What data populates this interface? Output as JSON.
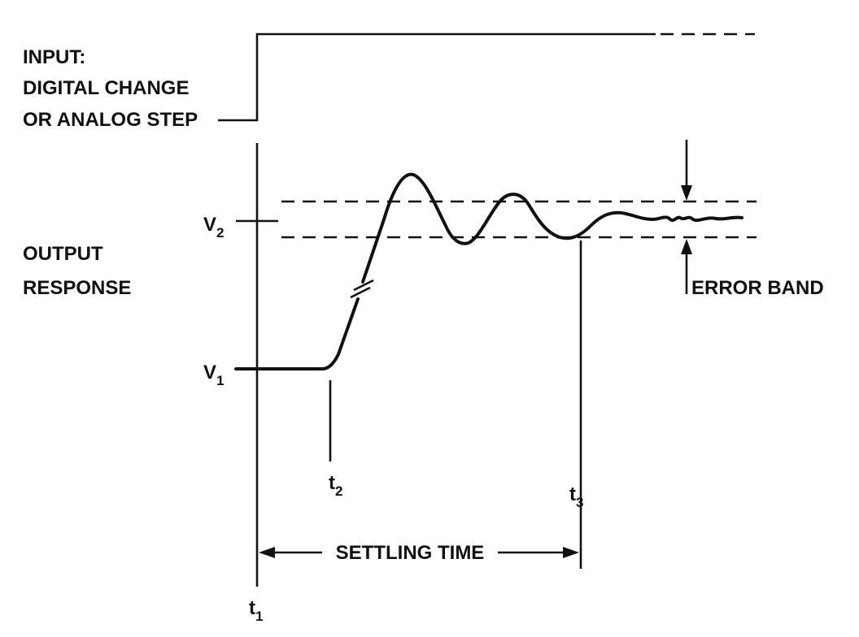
{
  "labels": {
    "input_line1": "INPUT:",
    "input_line2": "DIGITAL CHANGE",
    "input_line3": "OR ANALOG STEP",
    "output_line1": "OUTPUT",
    "output_line2": "RESPONSE",
    "error_band": "ERROR BAND",
    "settling_time": "SETTLING TIME"
  },
  "levels": {
    "v1": {
      "main": "V",
      "sub": "1"
    },
    "v2": {
      "main": "V",
      "sub": "2"
    }
  },
  "times": {
    "t1": {
      "main": "t",
      "sub": "1"
    },
    "t2": {
      "main": "t",
      "sub": "2"
    },
    "t3": {
      "main": "t",
      "sub": "3"
    }
  },
  "colors": {
    "ink": "#111111",
    "background": "#ffffff"
  }
}
